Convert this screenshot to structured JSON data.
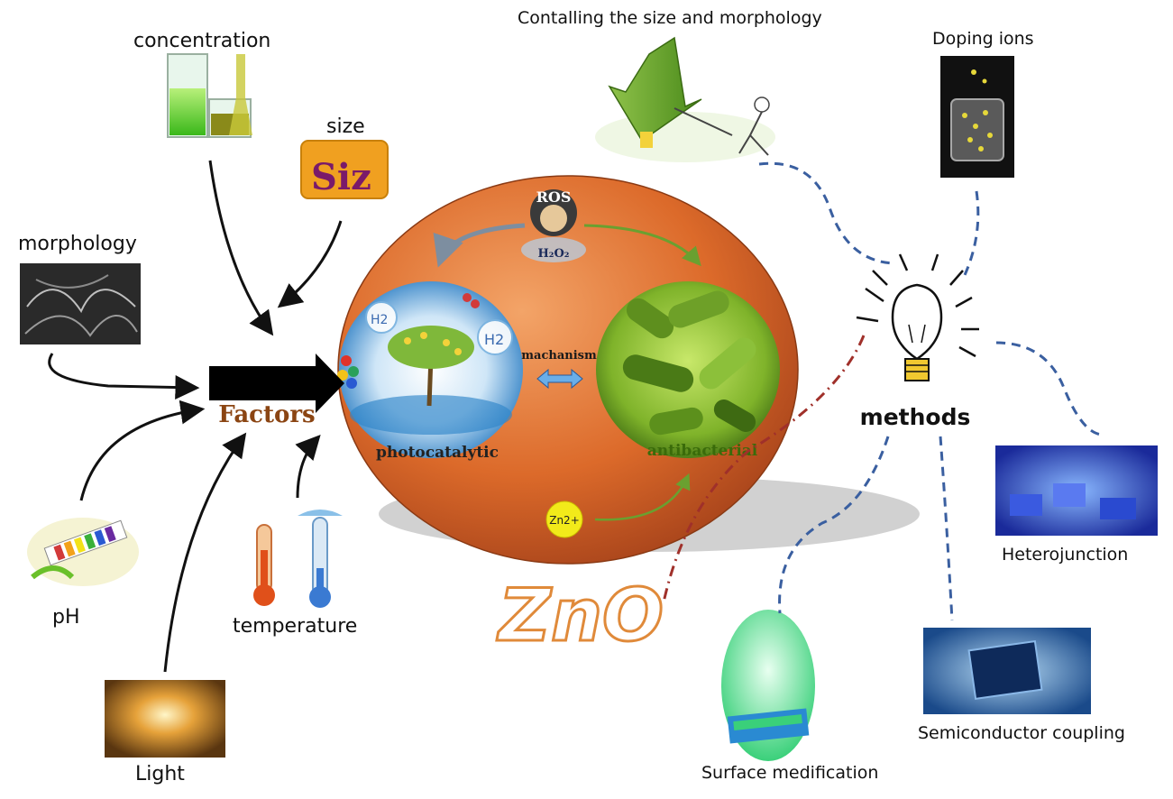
{
  "factors": {
    "title": "Factors",
    "items": [
      "concentration",
      "size",
      "morphology",
      "pH",
      "Light",
      "temperature"
    ]
  },
  "size_icon_text": "Siz",
  "zno": {
    "label": "ZnO",
    "ros": "ROS",
    "h2o2": "H₂O₂",
    "photocatalytic": "photocatalytic",
    "antibacterial": "antibacterial",
    "mechanism": "machanism",
    "zn_ion": "Zn2+",
    "h2": "H2"
  },
  "methods": {
    "title": "methods",
    "items": [
      "Contalling the size and morphology",
      "Doping ions",
      "Heterojunction",
      "Semiconductor coupling",
      "Surface medification"
    ]
  },
  "colors": {
    "sphere": "#d9682a",
    "factors_text": "#8b4513",
    "antibacterial_text": "#3a6b0a",
    "dash_blue": "#3a5fa0",
    "dash_red": "#a0302a"
  }
}
